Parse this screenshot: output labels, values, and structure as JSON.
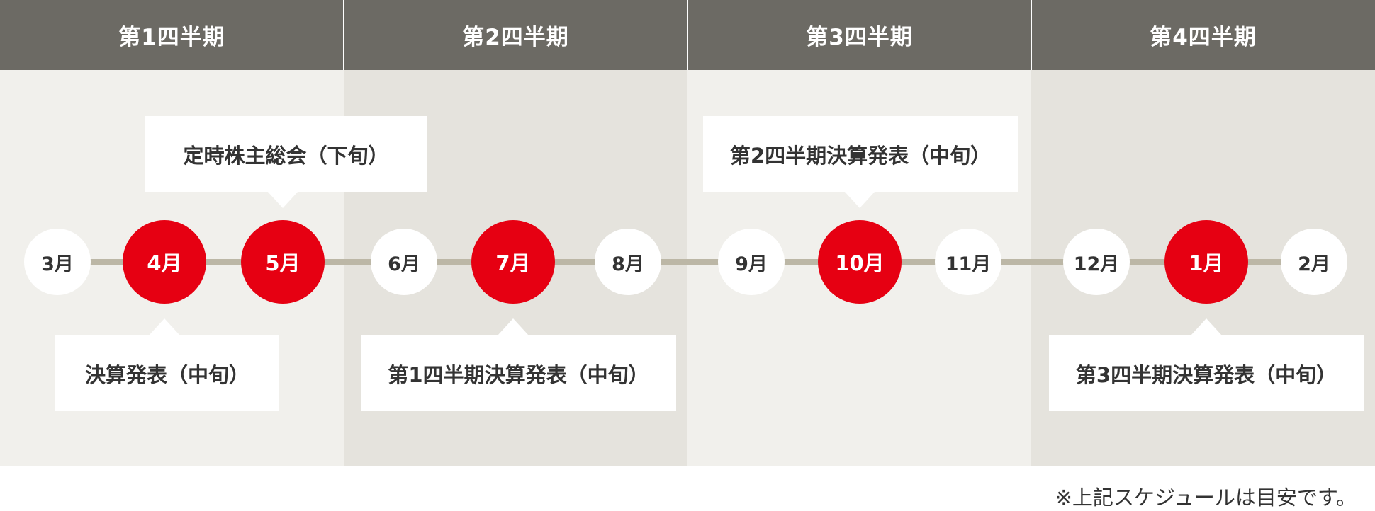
{
  "quarters": [
    {
      "label": "第1四半期"
    },
    {
      "label": "第2四半期"
    },
    {
      "label": "第3四半期"
    },
    {
      "label": "第4四半期"
    }
  ],
  "months": [
    {
      "label": "3月",
      "highlight": false
    },
    {
      "label": "4月",
      "highlight": true
    },
    {
      "label": "5月",
      "highlight": true
    },
    {
      "label": "6月",
      "highlight": false
    },
    {
      "label": "7月",
      "highlight": true
    },
    {
      "label": "8月",
      "highlight": false
    },
    {
      "label": "9月",
      "highlight": false
    },
    {
      "label": "10月",
      "highlight": true
    },
    {
      "label": "11月",
      "highlight": false
    },
    {
      "label": "12月",
      "highlight": false
    },
    {
      "label": "1月",
      "highlight": true
    },
    {
      "label": "2月",
      "highlight": false
    }
  ],
  "events": {
    "agm": "定時株主総会（下旬）",
    "annual_results": "決算発表（中旬）",
    "q1_results": "第1四半期決算発表（中旬）",
    "q2_results": "第2四半期決算発表（中旬）",
    "q3_results": "第3四半期決算発表（中旬）"
  },
  "note": "※上記スケジュールは目安です。",
  "colors": {
    "header": "#6c6a64",
    "band_light": "#f1f0ec",
    "band_dark": "#e5e3dd",
    "accent_red": "#e60012",
    "timeline": "#bcb7a6"
  }
}
